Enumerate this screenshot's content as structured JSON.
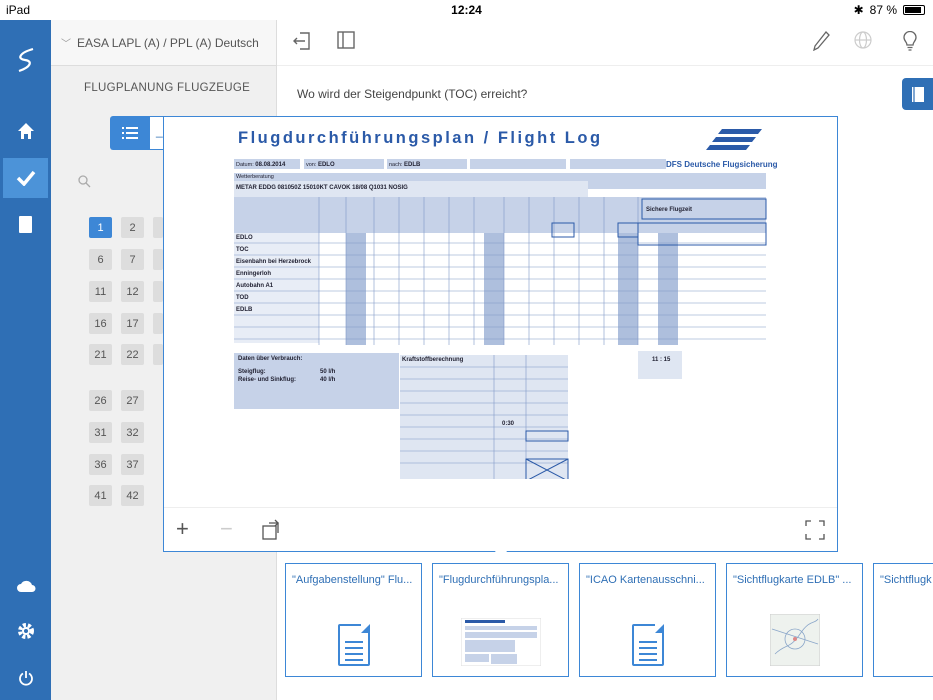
{
  "status": {
    "carrier": "iPad",
    "time": "12:24",
    "battery": "87 %"
  },
  "sidebar_left": {
    "course": "EASA LAPL (A) / PPL (A) Deutsch",
    "section": "FLUGPLANUNG FLUGZEUGE",
    "segment_second_label": "_",
    "questions": [
      "1",
      "2",
      "6",
      "7",
      "11",
      "12",
      "16",
      "17",
      "21",
      "22",
      "26",
      "27",
      "31",
      "32",
      "36",
      "37",
      "41",
      "42"
    ],
    "active_question": "1"
  },
  "question_text": "Wo wird der Steigendpunkt (TOC) erreicht?",
  "document": {
    "title": "Flugdurchführungsplan / Flight Log",
    "brand": "DFS Deutsche Flugsicherung",
    "date_label": "Datum:",
    "date": "08.08.2014",
    "from_label": "von:",
    "from": "EDLO",
    "to_label": "nach:",
    "to": "EDLB",
    "weather_label": "Wetterberatung",
    "metar": "METAR EDDG 081050Z 15010KT CAVOK  18/08 Q1031 NOSIG",
    "checkpoints": [
      "EDLO",
      "TOC",
      "Eisenbahn bei Herzebrock",
      "Enningerloh",
      "Autobahn A1",
      "TOD",
      "EDLB"
    ],
    "consumption_label": "Daten über Verbrauch:",
    "climb_label": "Steigflug:",
    "climb_value": "50 l/h",
    "cruise_label": "Reise- und Sinkflug:",
    "cruise_value": "40 l/h",
    "fuel_calc_label": "Kraftstoffberechnung",
    "reserve_value": "0:30",
    "eto_value": "11 : 15",
    "safe_flight_time": "Sichere Flugzeit"
  },
  "attachments": [
    {
      "label": "\"Aufgabenstellung\" Flu...",
      "icon": "document-icon"
    },
    {
      "label": "\"Flugdurchführungspla...",
      "icon": "flight-log-thumbnail"
    },
    {
      "label": "\"ICAO Kartenausschni...",
      "icon": "document-icon"
    },
    {
      "label": "\"Sichtflugkarte EDLB\" ...",
      "icon": "map-thumbnail"
    },
    {
      "label": "\"Sichtflugk",
      "icon": "map-thumbnail"
    }
  ],
  "colors": {
    "rail": "#2f6fb5",
    "accent": "#3d87d6",
    "form_blue": "#2b5aa8",
    "form_fill": "#c6d2e8"
  }
}
